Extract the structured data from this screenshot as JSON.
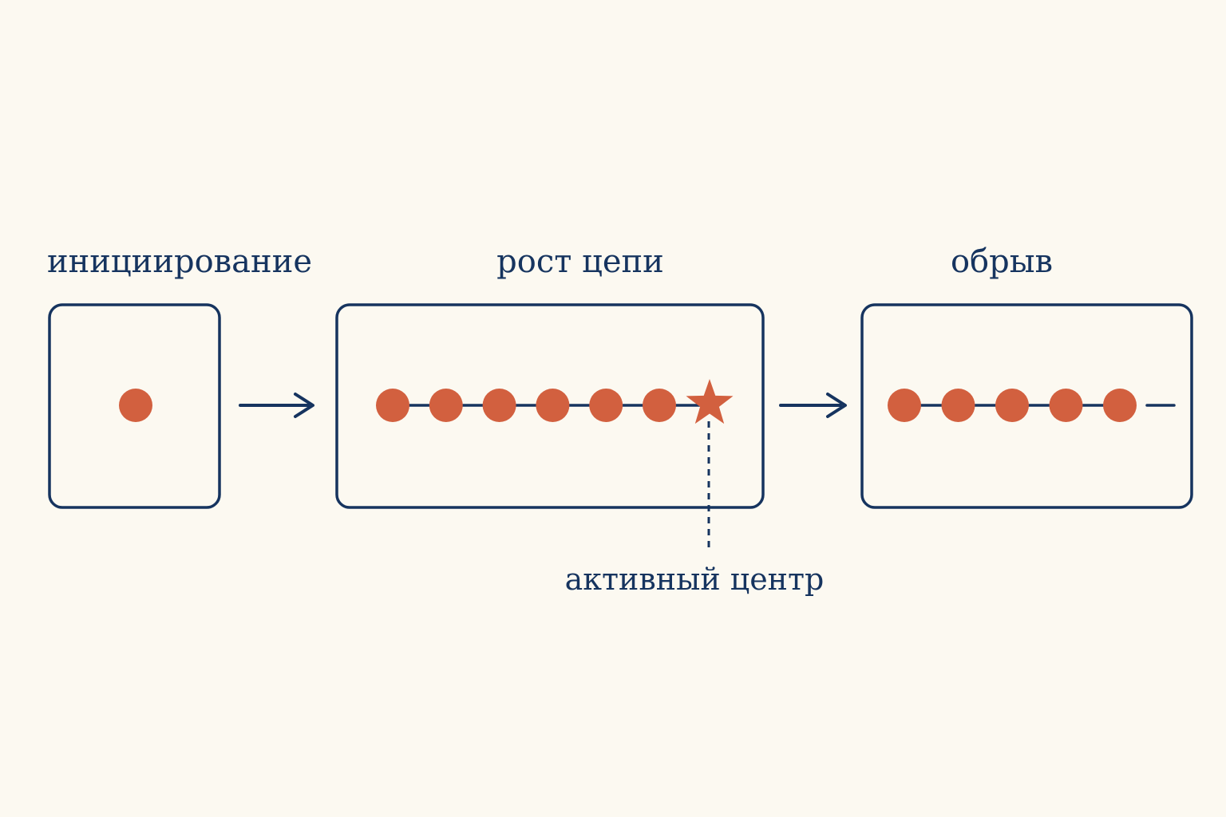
{
  "stages": {
    "initiation": {
      "label": "инициирование",
      "units": 1
    },
    "growth": {
      "label": "рост цепи",
      "units": 6,
      "has_active_center": true
    },
    "termination": {
      "label": "обрыв",
      "units": 5,
      "has_open_end": true
    }
  },
  "annotation": {
    "active_center_label": "активный центр"
  },
  "colors": {
    "background": "#fcf9f1",
    "outline": "#16345f",
    "unit": "#d2603f"
  },
  "icons": {
    "unit": "circle",
    "active_center": "star-icon",
    "flow": "arrow-right-icon"
  }
}
